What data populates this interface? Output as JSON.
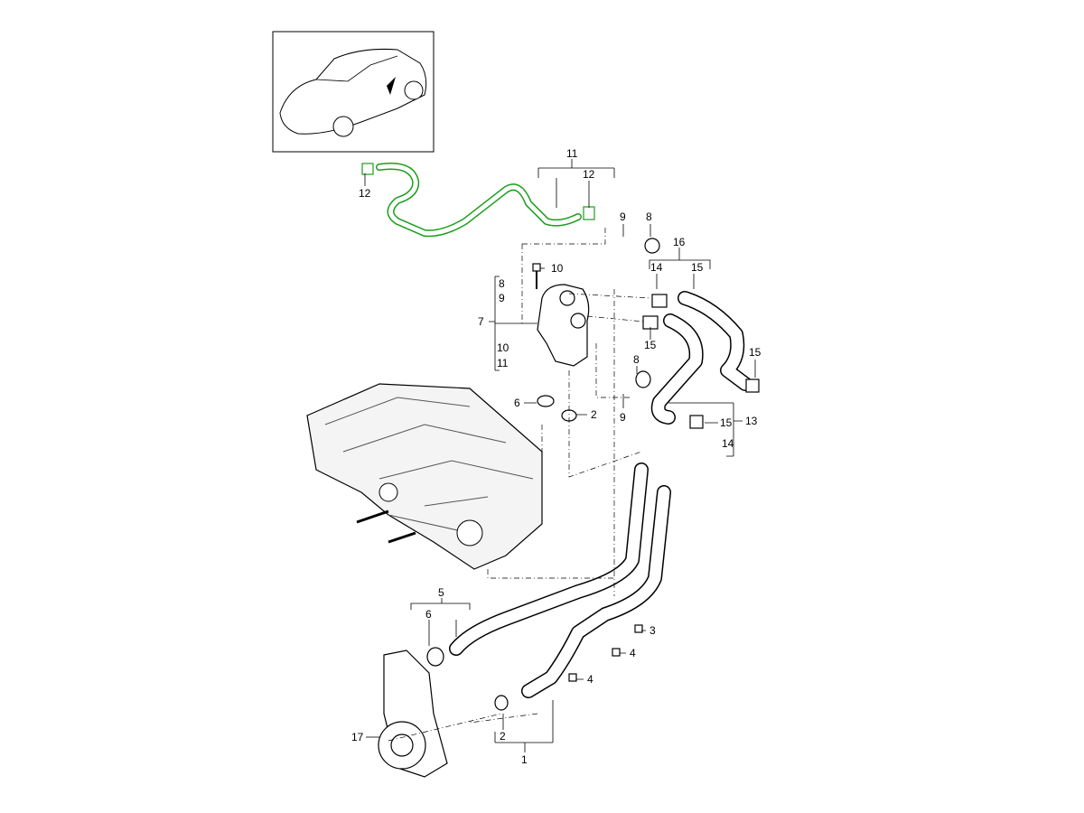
{
  "diagram": {
    "accent_color": "#1a9e1a",
    "callouts": [
      "11",
      "12",
      "12",
      "9",
      "8",
      "16",
      "14",
      "15",
      "10",
      "8",
      "9",
      "7",
      "10",
      "11",
      "15",
      "15",
      "8",
      "6",
      "2",
      "9",
      "15",
      "13",
      "14",
      "5",
      "6",
      "3",
      "4",
      "4",
      "17",
      "2",
      "1"
    ]
  }
}
